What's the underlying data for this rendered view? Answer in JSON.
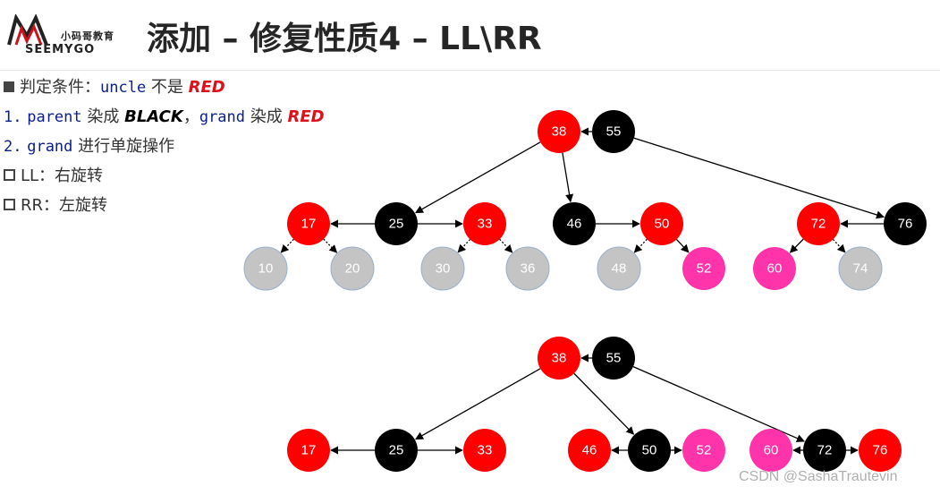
{
  "logo": {
    "cn": "小码哥教育",
    "en": "SEEMYGO"
  },
  "title": "添加 – 修复性质4 – LL\\RR",
  "rules": {
    "line1": {
      "prefix": "判定条件：",
      "code": "uncle",
      "mid": " 不是 ",
      "red": "RED"
    },
    "line2": {
      "num": "1.",
      "code1": "parent",
      "t1": " 染成 ",
      "black": "BLACK",
      "sep": "，",
      "code2": "grand",
      "t2": " 染成 ",
      "red": "RED"
    },
    "line3": {
      "num": "2.",
      "code": "grand",
      "text": " 进行单旋操作"
    },
    "line4": "LL：右旋转",
    "line5": "RR：左旋转"
  },
  "colors": {
    "red": "#ff0000",
    "black": "#000000",
    "gray": "#c4c4c4",
    "pink": "#ff33aa"
  },
  "tree_before": {
    "nodes": [
      {
        "id": "b38",
        "label": "38",
        "color": "red"
      },
      {
        "id": "b55",
        "label": "55",
        "color": "black"
      },
      {
        "id": "b17",
        "label": "17",
        "color": "red"
      },
      {
        "id": "b25",
        "label": "25",
        "color": "black"
      },
      {
        "id": "b33",
        "label": "33",
        "color": "red"
      },
      {
        "id": "b46",
        "label": "46",
        "color": "black"
      },
      {
        "id": "b50",
        "label": "50",
        "color": "red"
      },
      {
        "id": "b72",
        "label": "72",
        "color": "red"
      },
      {
        "id": "b76",
        "label": "76",
        "color": "black"
      },
      {
        "id": "b10",
        "label": "10",
        "color": "gray"
      },
      {
        "id": "b20",
        "label": "20",
        "color": "gray"
      },
      {
        "id": "b30",
        "label": "30",
        "color": "gray"
      },
      {
        "id": "b36",
        "label": "36",
        "color": "gray"
      },
      {
        "id": "b48",
        "label": "48",
        "color": "gray"
      },
      {
        "id": "b52",
        "label": "52",
        "color": "pink"
      },
      {
        "id": "b60",
        "label": "60",
        "color": "pink"
      },
      {
        "id": "b74",
        "label": "74",
        "color": "gray"
      }
    ],
    "edges": [
      {
        "from": "b55",
        "to": "b38",
        "style": "solid"
      },
      {
        "from": "b38",
        "to": "b25",
        "style": "solid"
      },
      {
        "from": "b38",
        "to": "b46",
        "style": "solid"
      },
      {
        "from": "b55",
        "to": "b76",
        "style": "solid"
      },
      {
        "from": "b25",
        "to": "b17",
        "style": "solid"
      },
      {
        "from": "b25",
        "to": "b33",
        "style": "solid"
      },
      {
        "from": "b46",
        "to": "b50",
        "style": "solid"
      },
      {
        "from": "b76",
        "to": "b72",
        "style": "solid"
      },
      {
        "from": "b17",
        "to": "b10",
        "style": "dotted"
      },
      {
        "from": "b17",
        "to": "b20",
        "style": "dotted"
      },
      {
        "from": "b33",
        "to": "b30",
        "style": "dotted"
      },
      {
        "from": "b33",
        "to": "b36",
        "style": "dotted"
      },
      {
        "from": "b50",
        "to": "b48",
        "style": "dotted"
      },
      {
        "from": "b50",
        "to": "b52",
        "style": "solid"
      },
      {
        "from": "b72",
        "to": "b60",
        "style": "solid"
      },
      {
        "from": "b72",
        "to": "b74",
        "style": "dotted"
      }
    ]
  },
  "tree_after": {
    "nodes": [
      {
        "id": "a38",
        "label": "38",
        "color": "red"
      },
      {
        "id": "a55",
        "label": "55",
        "color": "black"
      },
      {
        "id": "a17",
        "label": "17",
        "color": "red"
      },
      {
        "id": "a25",
        "label": "25",
        "color": "black"
      },
      {
        "id": "a33",
        "label": "33",
        "color": "red"
      },
      {
        "id": "a46",
        "label": "46",
        "color": "red"
      },
      {
        "id": "a50",
        "label": "50",
        "color": "black"
      },
      {
        "id": "a52",
        "label": "52",
        "color": "pink"
      },
      {
        "id": "a60",
        "label": "60",
        "color": "pink"
      },
      {
        "id": "a72",
        "label": "72",
        "color": "black"
      },
      {
        "id": "a76",
        "label": "76",
        "color": "red"
      }
    ],
    "edges": [
      {
        "from": "a55",
        "to": "a38",
        "style": "solid"
      },
      {
        "from": "a38",
        "to": "a25",
        "style": "solid"
      },
      {
        "from": "a38",
        "to": "a50",
        "style": "solid"
      },
      {
        "from": "a55",
        "to": "a72",
        "style": "solid"
      },
      {
        "from": "a25",
        "to": "a17",
        "style": "solid"
      },
      {
        "from": "a25",
        "to": "a33",
        "style": "solid"
      },
      {
        "from": "a50",
        "to": "a46",
        "style": "solid"
      },
      {
        "from": "a50",
        "to": "a52",
        "style": "solid"
      },
      {
        "from": "a72",
        "to": "a60",
        "style": "solid"
      },
      {
        "from": "a72",
        "to": "a76",
        "style": "solid"
      }
    ]
  },
  "watermark": "CSDN @SashaTrautevin"
}
